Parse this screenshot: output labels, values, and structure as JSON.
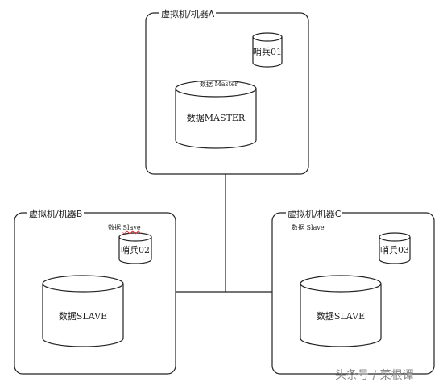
{
  "machines": {
    "a": {
      "title": "虚拟机/机器A",
      "db_caption": "数据 Master",
      "db_label": "数据MASTER",
      "sentinel": "哨兵01"
    },
    "b": {
      "title": "虚拟机/机器B",
      "db_caption_prefix": "数据 ",
      "db_caption_word": "Slave",
      "db_label": "数据SLAVE",
      "sentinel": "哨兵02"
    },
    "c": {
      "title": "虚拟机/机器C",
      "db_caption": "数据 Slave",
      "db_label": "数据SLAVE",
      "sentinel": "哨兵03"
    }
  },
  "watermark": "头条号 / 菜根谭"
}
